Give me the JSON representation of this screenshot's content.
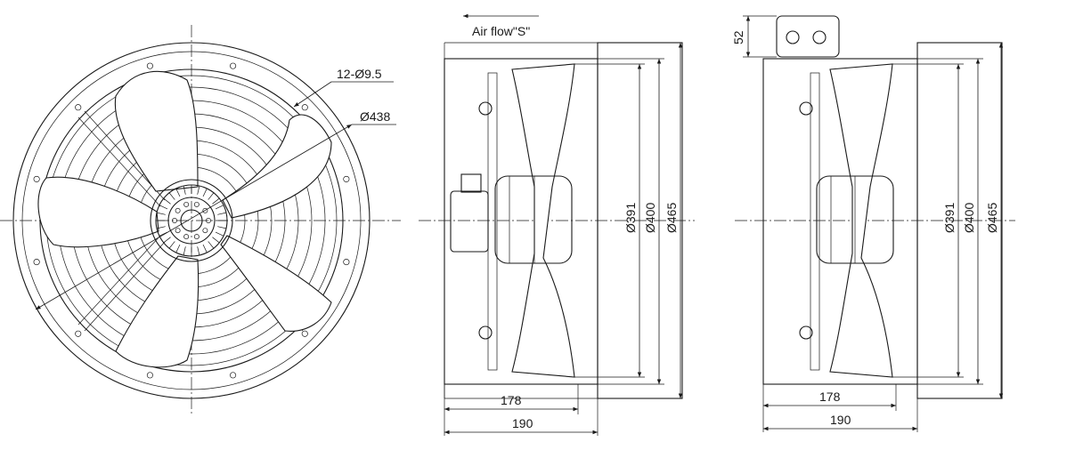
{
  "airflow": {
    "label": "Air flow\"S\""
  },
  "front_view": {
    "holes_label": "12-Ø9.5",
    "pcd_label": "Ø438"
  },
  "side_view_left": {
    "dims_vertical": [
      "Ø391",
      "Ø400",
      "Ø465"
    ],
    "dims_horizontal": [
      "178",
      "190"
    ]
  },
  "side_view_right": {
    "terminal_box_height": "52",
    "dims_vertical": [
      "Ø391",
      "Ø400",
      "Ø465"
    ],
    "dims_horizontal": [
      "178",
      "190"
    ]
  },
  "colors": {
    "line": "#1a1a1a",
    "background": "#ffffff"
  }
}
